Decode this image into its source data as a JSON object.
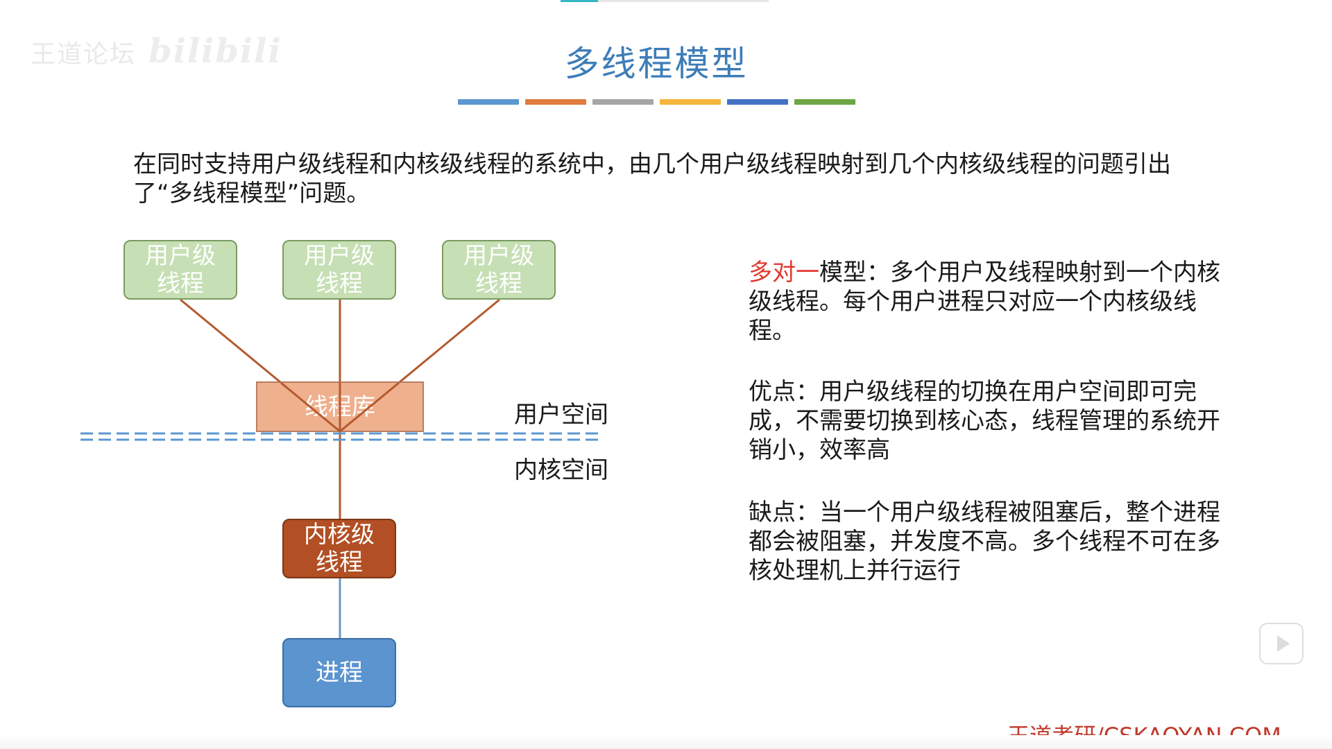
{
  "watermark": {
    "text": "王道论坛",
    "logo": "bilibili"
  },
  "title": "多线程模型",
  "title_bar_colors": [
    "#5b97d0",
    "#e07a3e",
    "#a5a5a5",
    "#f4b63b",
    "#4472c4",
    "#6da644"
  ],
  "intro": "在同时支持用户级线程和内核级线程的系统中，由几个用户级线程映射到几个内核级线程的问题引出了“多线程模型”问题。",
  "diagram": {
    "user_threads": [
      "用户级\n线程",
      "用户级\n线程",
      "用户级\n线程"
    ],
    "thread_library": "线程库",
    "kernel_thread": "内核级\n线程",
    "process": "进程",
    "user_space": "用户空间",
    "kernel_space": "内核空间"
  },
  "model": {
    "name": "多对一",
    "description": "模型：多个用户及线程映射到一个内核级线程。每个用户进程只对应一个内核级线程。"
  },
  "advantages": "优点：用户级线程的切换在用户空间即可完成，不需要切换到核心态，线程管理的系统开销小，效率高",
  "disadvantages": "缺点：当一个用户级线程被阻塞后，整个进程都会被阻塞，并发度不高。多个线程不可在多核处理机上并行运行",
  "footer": "王道考研/CSKAOYAN.COM",
  "player": {
    "progress": 0.18
  }
}
